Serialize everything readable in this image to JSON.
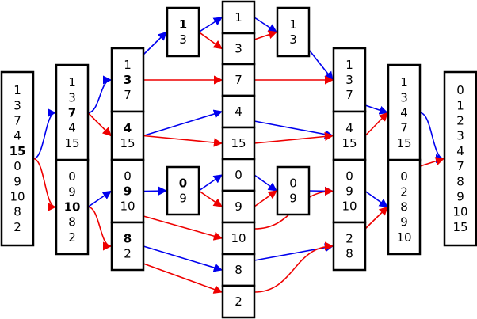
{
  "colors": {
    "blue": "#0000ee",
    "red": "#ee0000",
    "box_border": "#000000"
  },
  "boxes": [
    {
      "id": "root",
      "items": [
        "1",
        "3",
        "7",
        "4",
        "15",
        "0",
        "9",
        "10",
        "8",
        "2"
      ],
      "bold_index": 4
    },
    {
      "id": "L1a",
      "items": [
        "1",
        "3",
        "7",
        "4",
        "15"
      ],
      "bold_index": 2
    },
    {
      "id": "L1b",
      "items": [
        "0",
        "9",
        "10",
        "8",
        "2"
      ],
      "bold_index": 2
    },
    {
      "id": "L2a",
      "items": [
        "1",
        "3",
        "7"
      ],
      "bold_index": 1
    },
    {
      "id": "L2b",
      "items": [
        "4",
        "15"
      ],
      "bold_index": 0
    },
    {
      "id": "L2c",
      "items": [
        "0",
        "9",
        "10"
      ],
      "bold_index": 1
    },
    {
      "id": "L2d",
      "items": [
        "8",
        "2"
      ],
      "bold_index": 0
    },
    {
      "id": "L3a",
      "items": [
        "1",
        "3"
      ],
      "bold_index": 0
    },
    {
      "id": "L3b",
      "items": [
        "0",
        "9"
      ],
      "bold_index": 0
    },
    {
      "id": "C1",
      "items": [
        "1"
      ],
      "bold_index": -1
    },
    {
      "id": "C3",
      "items": [
        "3"
      ],
      "bold_index": -1
    },
    {
      "id": "C7",
      "items": [
        "7"
      ],
      "bold_index": -1
    },
    {
      "id": "C4",
      "items": [
        "4"
      ],
      "bold_index": -1
    },
    {
      "id": "C15",
      "items": [
        "15"
      ],
      "bold_index": -1
    },
    {
      "id": "C0",
      "items": [
        "0"
      ],
      "bold_index": -1
    },
    {
      "id": "C9",
      "items": [
        "9"
      ],
      "bold_index": -1
    },
    {
      "id": "C10",
      "items": [
        "10"
      ],
      "bold_index": -1
    },
    {
      "id": "C8",
      "items": [
        "8"
      ],
      "bold_index": -1
    },
    {
      "id": "C2",
      "items": [
        "2"
      ],
      "bold_index": -1
    },
    {
      "id": "M3a",
      "items": [
        "1",
        "3"
      ],
      "bold_index": -1
    },
    {
      "id": "M3b",
      "items": [
        "0",
        "9"
      ],
      "bold_index": -1
    },
    {
      "id": "M2a",
      "items": [
        "1",
        "3",
        "7"
      ],
      "bold_index": -1
    },
    {
      "id": "M2b",
      "items": [
        "4",
        "15"
      ],
      "bold_index": -1
    },
    {
      "id": "M2c",
      "items": [
        "0",
        "9",
        "10"
      ],
      "bold_index": -1
    },
    {
      "id": "M2d",
      "items": [
        "2",
        "8"
      ],
      "bold_index": -1
    },
    {
      "id": "M1a",
      "items": [
        "1",
        "3",
        "4",
        "7",
        "15"
      ],
      "bold_index": -1
    },
    {
      "id": "M1b",
      "items": [
        "0",
        "2",
        "8",
        "9",
        "10"
      ],
      "bold_index": -1
    },
    {
      "id": "result",
      "items": [
        "0",
        "1",
        "2",
        "3",
        "4",
        "7",
        "8",
        "9",
        "10",
        "15"
      ],
      "bold_index": -1
    }
  ],
  "edges": [
    {
      "from": "root",
      "to": "L1a",
      "color": "blue"
    },
    {
      "from": "root",
      "to": "L1b",
      "color": "red"
    },
    {
      "from": "L1a",
      "to": "L2a",
      "color": "blue"
    },
    {
      "from": "L1a",
      "to": "L2b",
      "color": "red"
    },
    {
      "from": "L1b",
      "to": "L2c",
      "color": "blue"
    },
    {
      "from": "L1b",
      "to": "L2d",
      "color": "red"
    },
    {
      "from": "L2a",
      "to": "L3a",
      "color": "blue"
    },
    {
      "from": "L2a",
      "to": "C7",
      "color": "red"
    },
    {
      "from": "L2b",
      "to": "C4",
      "color": "blue"
    },
    {
      "from": "L2b",
      "to": "C15",
      "color": "red"
    },
    {
      "from": "L2c",
      "to": "L3b",
      "color": "blue"
    },
    {
      "from": "L2c",
      "to": "C10",
      "color": "red"
    },
    {
      "from": "L2d",
      "to": "C8",
      "color": "blue"
    },
    {
      "from": "L2d",
      "to": "C2",
      "color": "red"
    },
    {
      "from": "L3a",
      "to": "C1",
      "color": "blue"
    },
    {
      "from": "L3a",
      "to": "C3",
      "color": "red"
    },
    {
      "from": "L3b",
      "to": "C0",
      "color": "blue"
    },
    {
      "from": "L3b",
      "to": "C9",
      "color": "red"
    },
    {
      "from": "C1",
      "to": "M3a",
      "color": "blue"
    },
    {
      "from": "C3",
      "to": "M3a",
      "color": "red"
    },
    {
      "from": "C0",
      "to": "M3b",
      "color": "blue"
    },
    {
      "from": "C9",
      "to": "M3b",
      "color": "red"
    },
    {
      "from": "M3a",
      "to": "M2a",
      "color": "blue"
    },
    {
      "from": "C7",
      "to": "M2a",
      "color": "red"
    },
    {
      "from": "C4",
      "to": "M2b",
      "color": "blue"
    },
    {
      "from": "C15",
      "to": "M2b",
      "color": "red"
    },
    {
      "from": "M3b",
      "to": "M2c",
      "color": "blue"
    },
    {
      "from": "C10",
      "to": "M2c",
      "color": "red"
    },
    {
      "from": "C8",
      "to": "M2d",
      "color": "blue"
    },
    {
      "from": "C2",
      "to": "M2d",
      "color": "red"
    },
    {
      "from": "M2a",
      "to": "M1a",
      "color": "blue"
    },
    {
      "from": "M2b",
      "to": "M1a",
      "color": "red"
    },
    {
      "from": "M2c",
      "to": "M1b",
      "color": "blue"
    },
    {
      "from": "M2d",
      "to": "M1b",
      "color": "red"
    },
    {
      "from": "M1a",
      "to": "result",
      "color": "blue"
    },
    {
      "from": "M1b",
      "to": "result",
      "color": "red"
    }
  ]
}
